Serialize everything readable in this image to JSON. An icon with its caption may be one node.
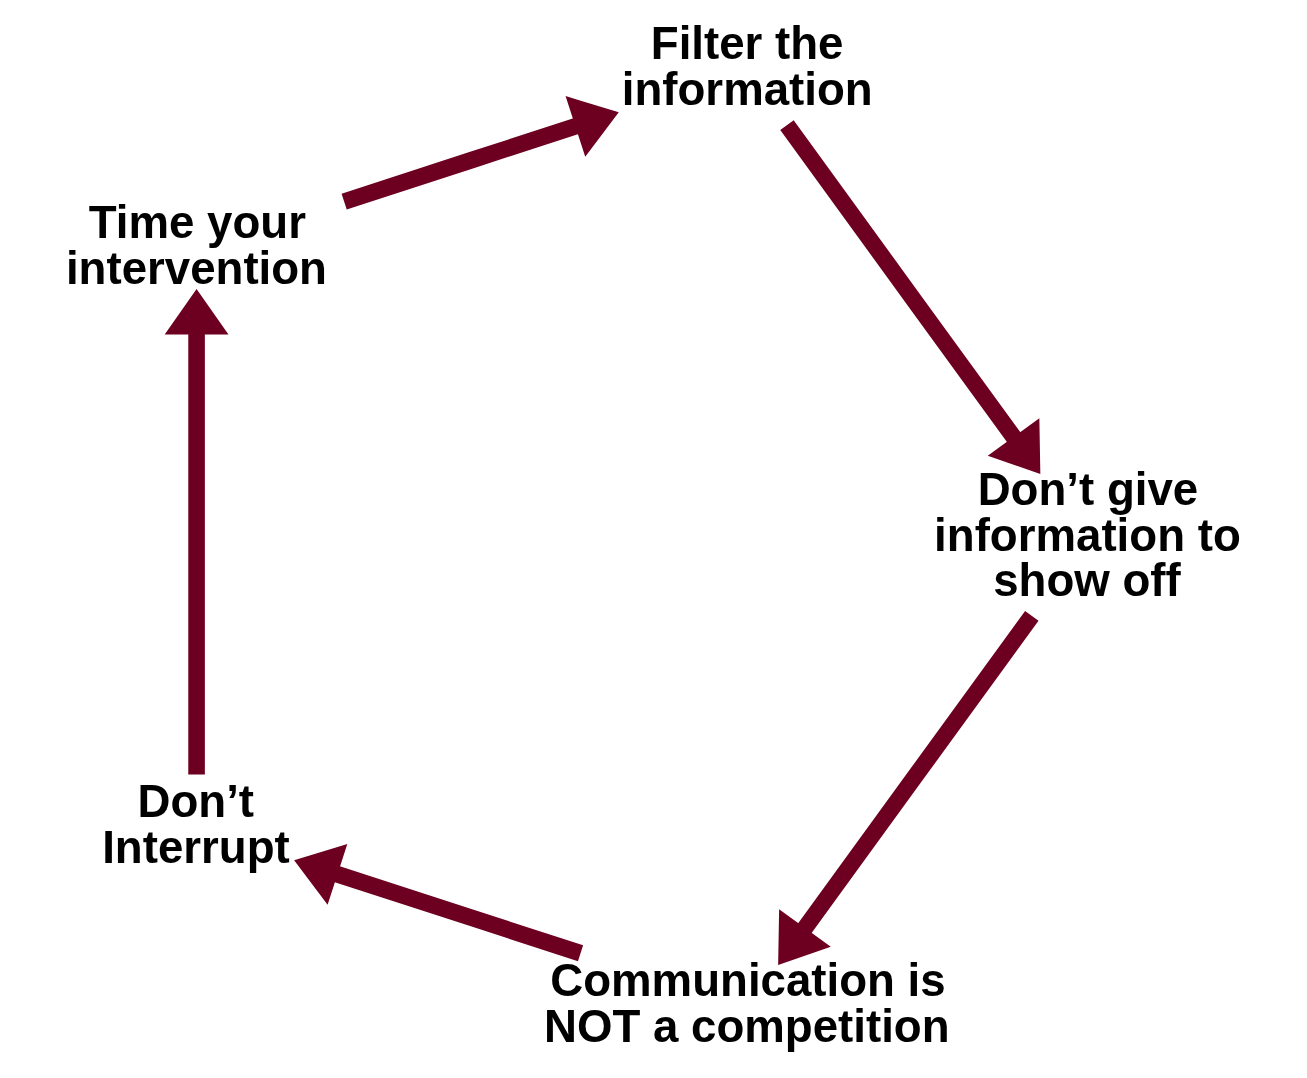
{
  "diagram": {
    "nodes": [
      {
        "text": [
          "Communication is NOT a competition"
        ]
      },
      {
        "text": [
          "Don’t Interrupt"
        ]
      },
      {
        "text": [
          "Time your intervention"
        ]
      },
      {
        "text": [
          "Filter the information"
        ]
      },
      {
        "text": [
          "Don’t give information to show off"
        ]
      }
    ],
    "edges": [
      {
        "from": 0,
        "to": 1,
        "arrow": "to"
      },
      {
        "from": 1,
        "to": 2,
        "arrow": "to"
      },
      {
        "from": 2,
        "to": 3,
        "arrow": "to"
      },
      {
        "from": 3,
        "to": 4,
        "arrow": "to"
      },
      {
        "from": 4,
        "to": 0,
        "arrow": "to"
      }
    ]
  }
}
